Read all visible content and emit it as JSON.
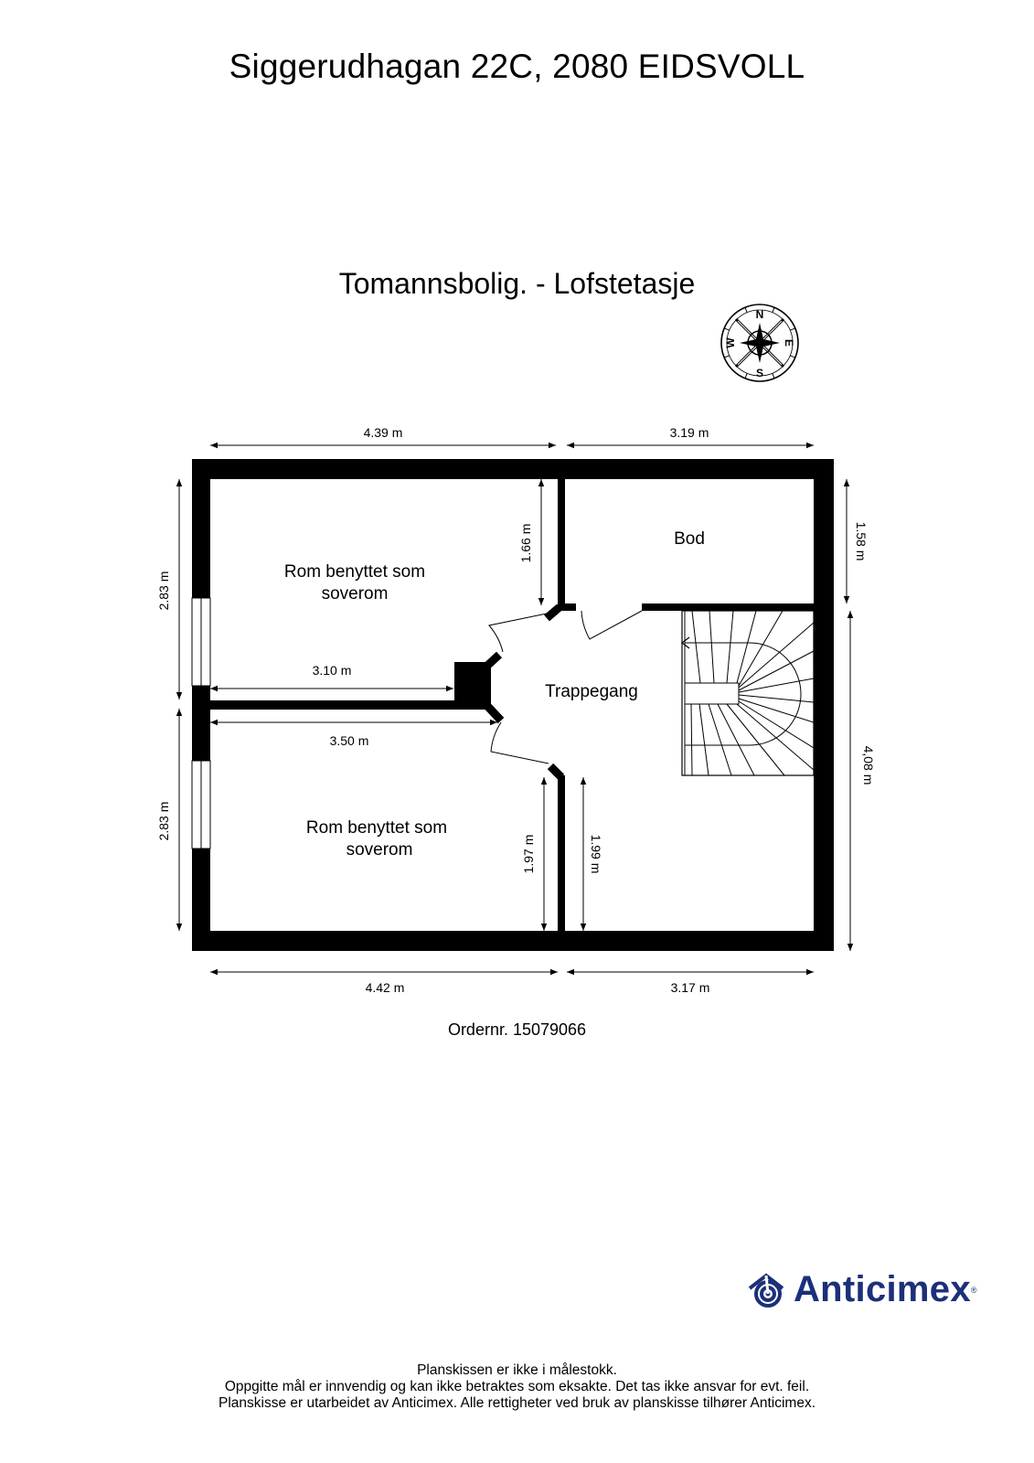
{
  "header": {
    "address": "Siggerudhagan 22C, 2080 EIDSVOLL",
    "floor_title": "Tomannsbolig.  - Lofstetasje"
  },
  "compass": {
    "icon": "compass-rose-icon",
    "north": "N",
    "east": "E",
    "south": "S",
    "west": "W"
  },
  "rooms": {
    "bedroom_top": {
      "line1": "Rom benyttet som",
      "line2": "soverom"
    },
    "bedroom_bottom": {
      "line1": "Rom benyttet som",
      "line2": "soverom"
    },
    "storage": "Bod",
    "stairwell": "Trappegang"
  },
  "dimensions": {
    "top_left_width": "4.39 m",
    "top_right_width": "3.19 m",
    "bottom_left_width": "4.42 m",
    "bottom_right_width": "3.17 m",
    "left_upper_height": "2.83 m",
    "left_lower_height": "2.83 m",
    "right_upper_height": "1.58 m",
    "right_lower_height": "4,08 m",
    "inner_upper_height": "1.66 m",
    "inner_lower_left_height": "1.97 m",
    "inner_lower_right_height": "1.99 m",
    "inner_upper_width": "3.10 m",
    "inner_lower_width": "3.50 m"
  },
  "order": "Ordernr. 15079066",
  "logo": {
    "name": "Anticimex",
    "registered": "®",
    "color": "#1c2f7a"
  },
  "footer": {
    "line1": "Planskissen er ikke i målestokk.",
    "line2": "Oppgitte mål er innvendig og kan ikke betraktes som eksakte. Det tas ikke ansvar for evt. feil.",
    "line3": "Planskisse er utarbeidet av Anticimex. Alle rettigheter ved bruk av planskisse tilhører Anticimex."
  }
}
